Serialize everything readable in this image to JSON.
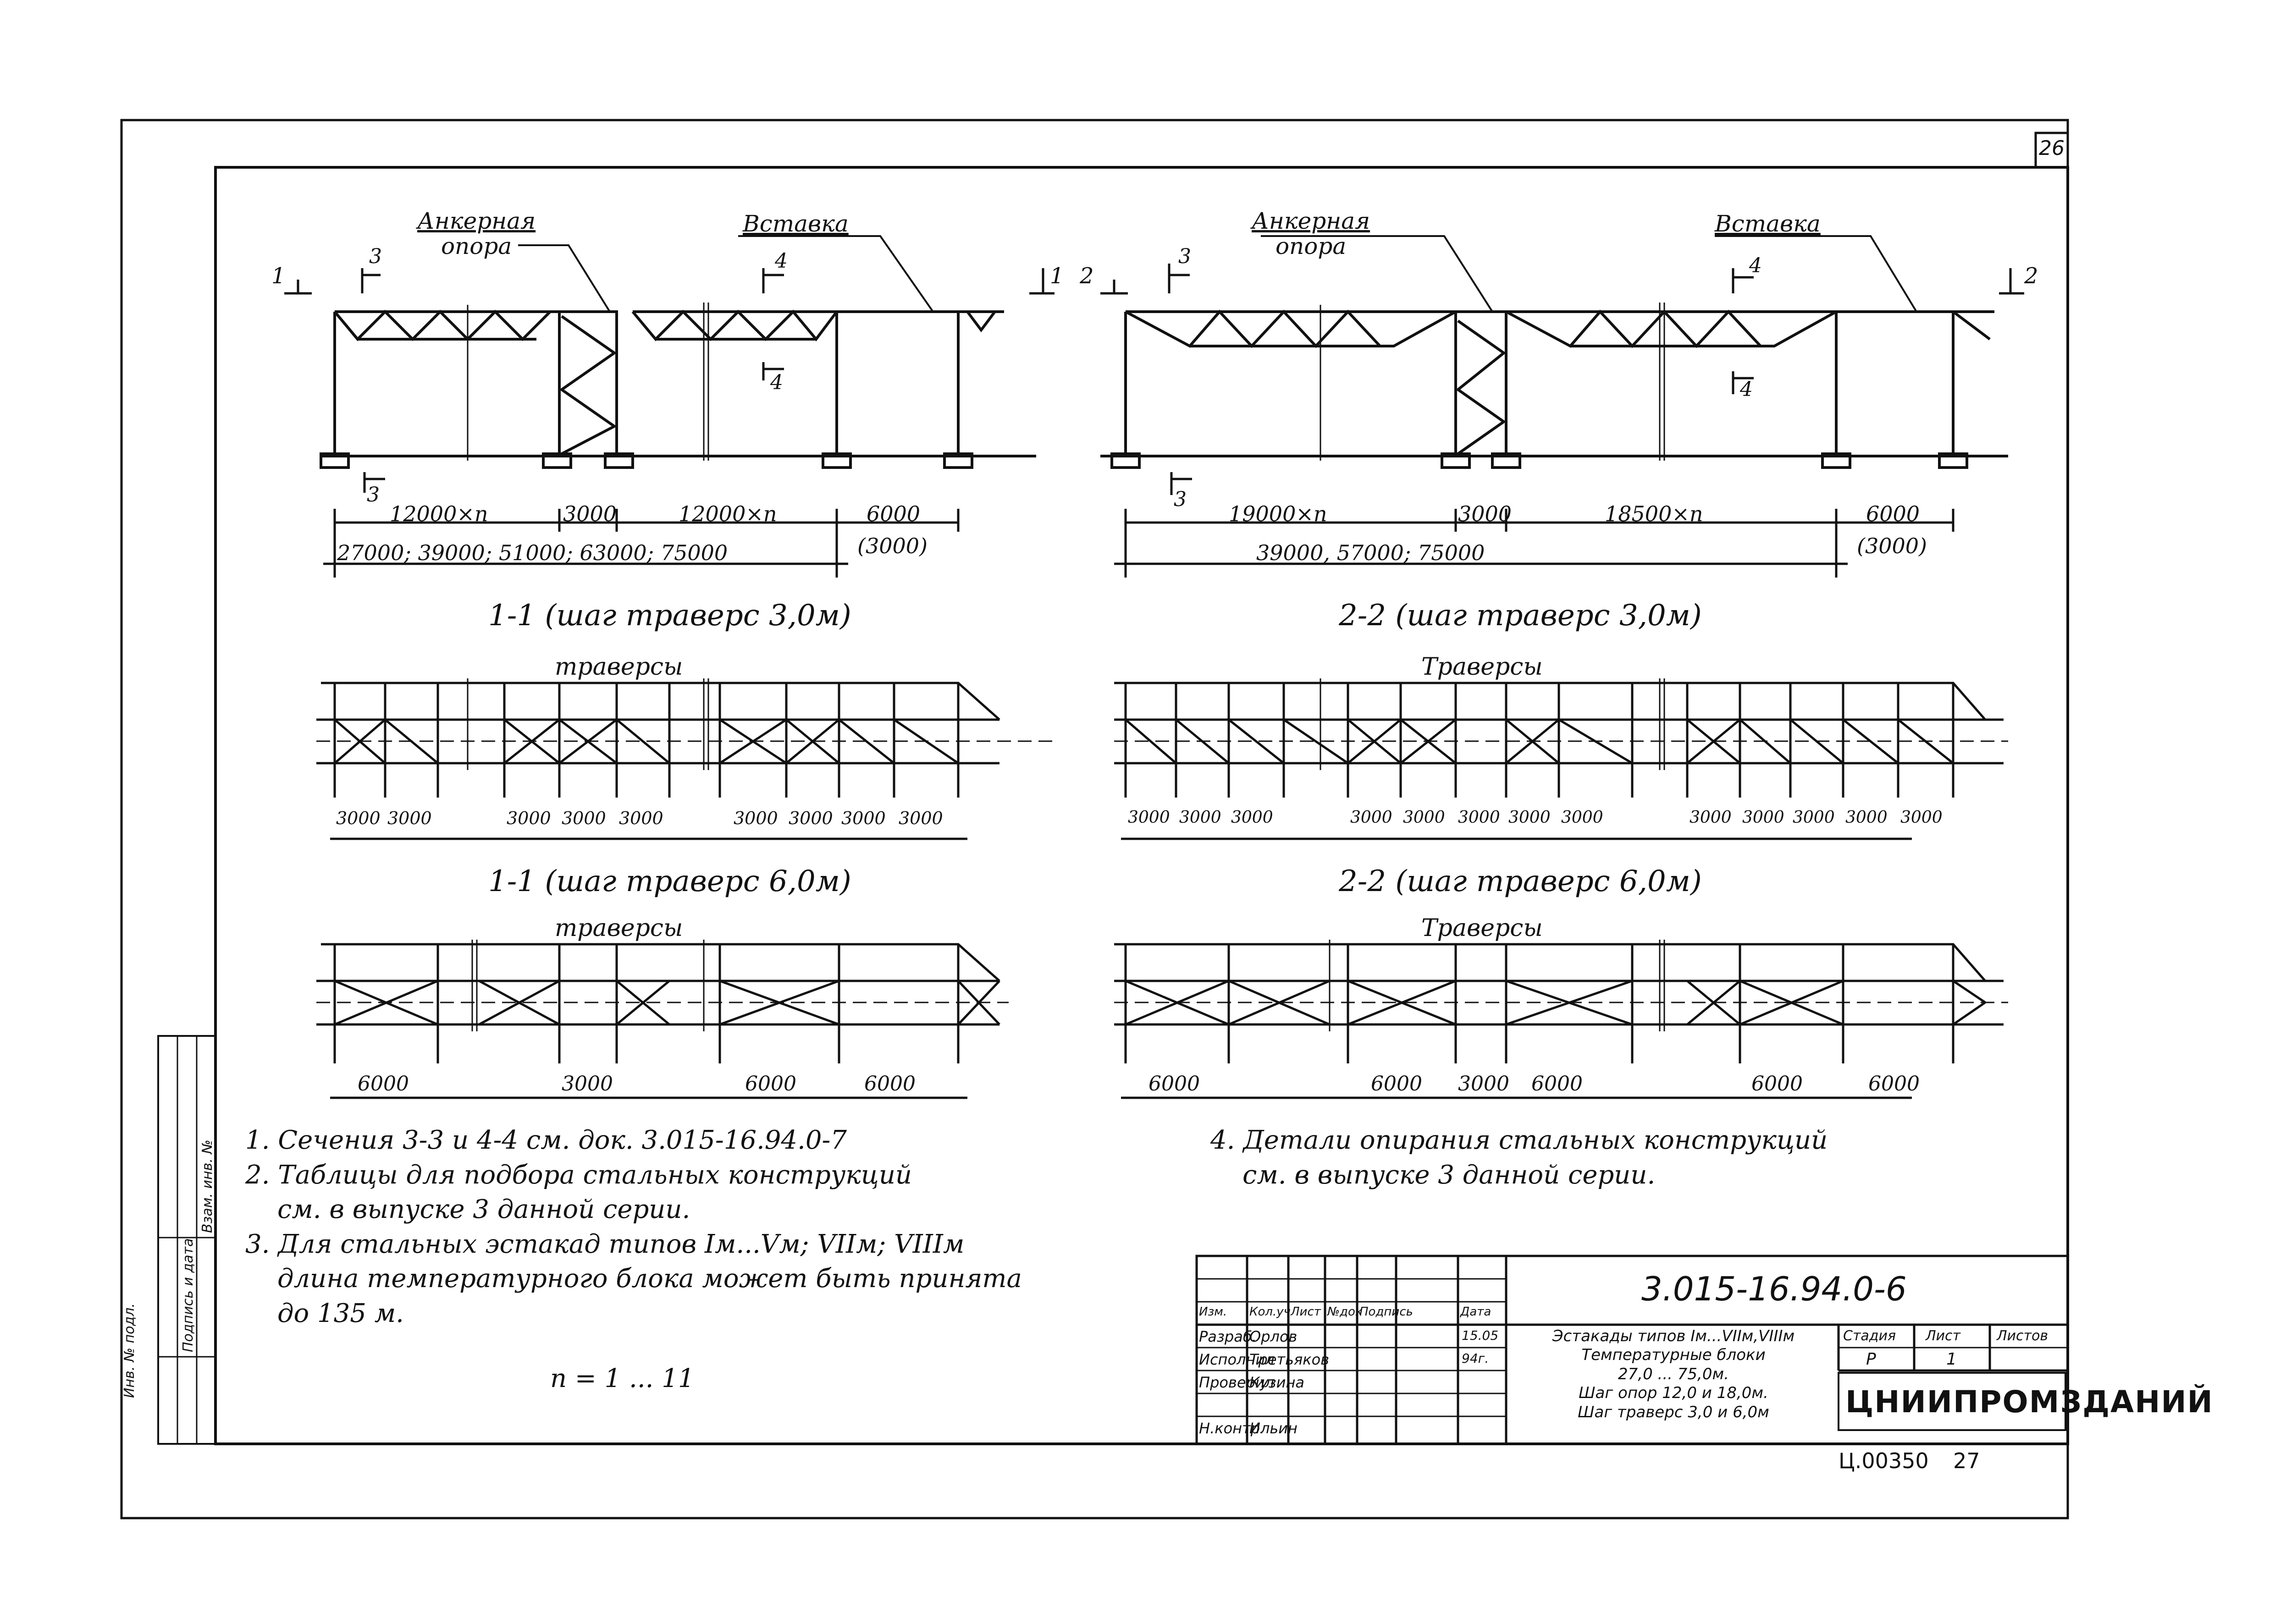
{
  "sheet": {
    "number": "26",
    "inventory_stamp": "Ц.00350",
    "inventory_page": "27"
  },
  "side_stamp": [
    "Инв. № подл.",
    "Подпись и дата",
    "Взам. инв. №"
  ],
  "labels": {
    "anchor_support": [
      "Анкерная",
      "опора"
    ],
    "anchor_support_2": [
      "Анкерная",
      "опора"
    ],
    "insert": "Вставка",
    "insert_2": "Вставка",
    "travers": "траверсы",
    "travers_2": "Траверсы"
  },
  "sections": {
    "s11_30": "1-1 (шаг траверс 3,0м)",
    "s22_30": "2-2 (шаг траверс 3,0м)",
    "s11_60": "1-1 (шаг траверс 6,0м)",
    "s22_60": "2-2 (шаг траверс 6,0м)"
  },
  "section_marks": {
    "m1": "1",
    "m2": "2",
    "m3": "3",
    "m4": "4"
  },
  "dimensions": {
    "left_spans": [
      "12000×n",
      "3000",
      "12000×n",
      "6000"
    ],
    "left_total": "27000; 39000; 51000; 63000; 75000",
    "left_alt": "(3000)",
    "right_spans": [
      "19000×n",
      "3000",
      "18500×n",
      "6000"
    ],
    "right_total": "39000, 57000; 75000",
    "right_alt": "(3000)",
    "plan_l30": [
      "3000",
      "3000",
      "3000",
      "3000",
      "3000",
      "3000",
      "3000",
      "3000",
      "3000"
    ],
    "plan_r30": [
      "3000",
      "3000",
      "3000",
      "3000",
      "3000",
      "3000",
      "3000",
      "3000",
      "3000",
      "3000",
      "3000",
      "3000",
      "3000"
    ],
    "plan_l60": [
      "6000",
      "3000",
      "6000",
      "6000"
    ],
    "plan_r60": [
      "6000",
      "6000",
      "3000",
      "6000",
      "6000",
      "6000"
    ]
  },
  "notes": [
    "1. Сечения 3-3 и 4-4 см. док. 3.015-16.94.0-7",
    "2. Таблицы для подбора стальных конструкций",
    "см. в выпуске 3 данной серии.",
    "3. Для стальных эстакад типов Iм...Vм; VIIм; VIIIм",
    "длина температурного блока может быть принята",
    "до 135 м.",
    "4. Детали опирания стальных конструкций",
    "см. в выпуске 3 данной серии."
  ],
  "n_note": "n = 1 ... 11",
  "title_block": {
    "doc_code": "3.015-16.94.0-6",
    "headers": [
      "Изм.",
      "Кол.уч",
      "Лист",
      "№док",
      "Подпись",
      "Дата"
    ],
    "rows": [
      [
        "Разраб.",
        "Орлов",
        "",
        "15.05"
      ],
      [
        "Исполнил",
        "Третьяков",
        "",
        "94г."
      ],
      [
        "Проверил",
        "Кузина",
        "",
        ""
      ],
      [
        "Н.контр.",
        "Ильин",
        "",
        ""
      ]
    ],
    "description": [
      "Эстакады типов Iм...VIIм,VIIIм",
      "Температурные блоки",
      "27,0 ... 75,0м.",
      "Шаг опор 12,0 и 18,0м.",
      "Шаг траверс 3,0 и 6,0м"
    ],
    "stage_label": "Стадия",
    "sheet_label": "Лист",
    "sheets_label": "Листов",
    "stage": "Р",
    "sheet": "1",
    "sheets": "",
    "org": "ЦНИИПРОМЗДАНИЙ"
  }
}
